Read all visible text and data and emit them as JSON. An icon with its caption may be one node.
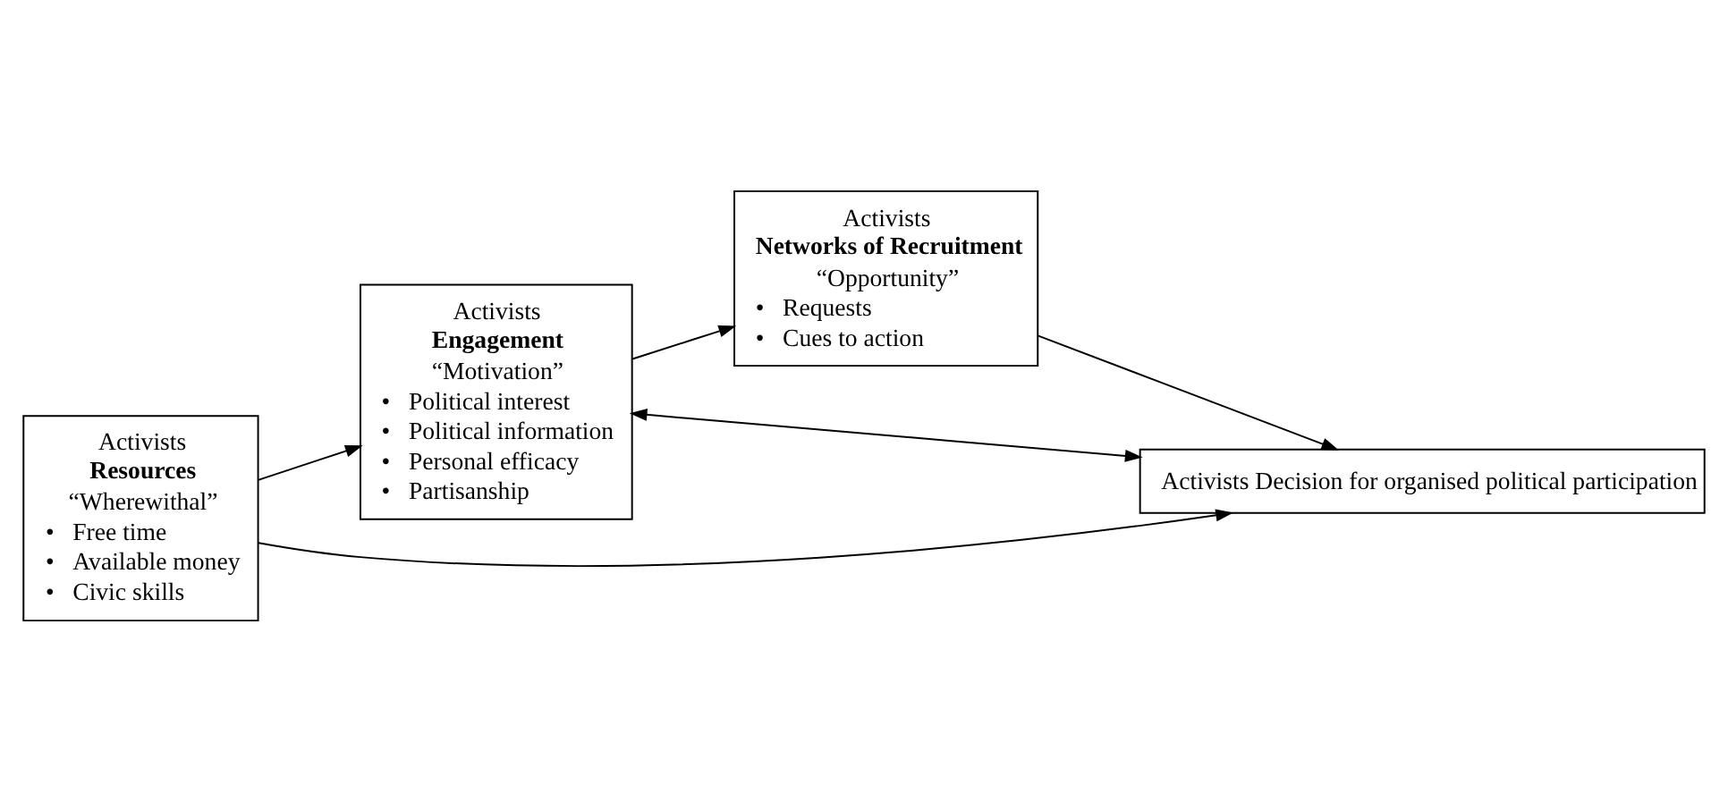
{
  "diagram": {
    "nodes": [
      {
        "text": [
          "Activists",
          "Resources",
          "“Wherewithal”",
          "•   Free time",
          "•   Available money",
          "•   Civic skills"
        ]
      },
      {
        "text": [
          "Activists",
          "Engagement",
          "“Motivation”",
          "•   Political interest",
          "•   Political information",
          "•   Personal efficacy",
          "•   Partisanship"
        ]
      },
      {
        "text": [
          "Activists",
          "Networks of Recruitment",
          "“Opportunity”",
          "•   Requests",
          "•   Cues to action"
        ]
      },
      {
        "text": [
          "Activists Decision for organised political participation"
        ]
      }
    ],
    "edges": [
      {
        "from": 0,
        "to": 1,
        "arrow": "to"
      },
      {
        "from": 1,
        "to": 2,
        "arrow": "to"
      },
      {
        "from": 2,
        "to": 3,
        "arrow": "to"
      },
      {
        "from": 1,
        "to": 3,
        "arrow": "both"
      },
      {
        "from": 0,
        "to": 3,
        "arrow": "to"
      }
    ]
  }
}
